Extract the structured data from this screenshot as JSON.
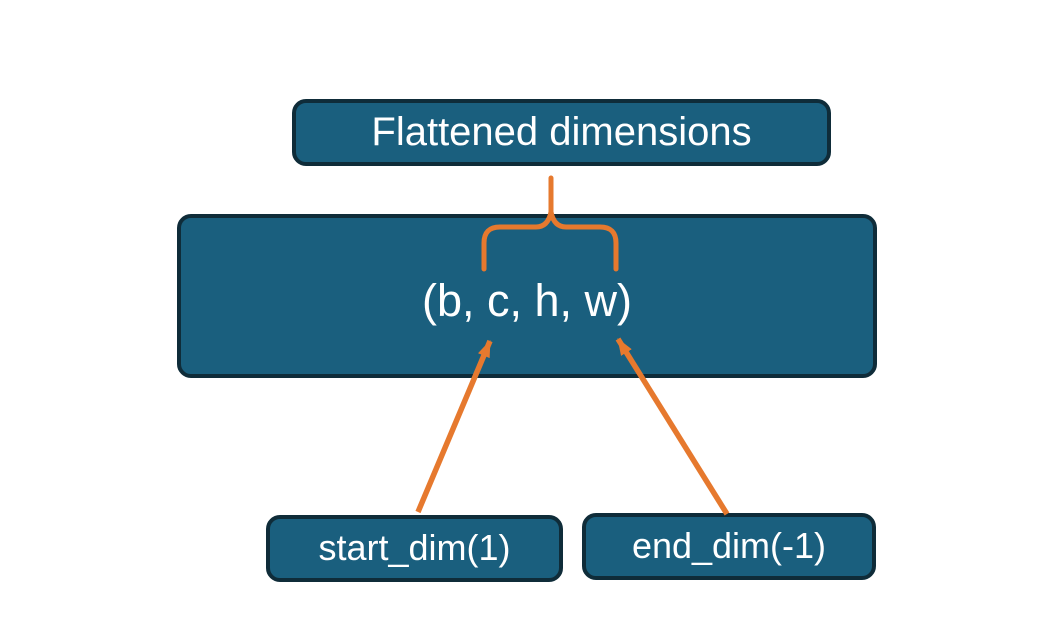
{
  "diagram": {
    "top_box_label": "Flattened dimensions",
    "tensor_box_label": "(b, c, h, w)",
    "start_dim_box_label": "start_dim(1)",
    "end_dim_box_label": "end_dim(-1)"
  },
  "connectors": {
    "brace_icon": "curly-brace-pointing-up",
    "brace_stem_icon": "vertical-stem",
    "start_dim_arrow_icon": "arrow-up-right",
    "end_dim_arrow_icon": "arrow-up-left"
  },
  "colors": {
    "background": "#FFFFFF",
    "box_fill": "#1A5F7E",
    "box_border": "#0F2C39",
    "accent": "#E6792E",
    "text": "#FFFFFF"
  }
}
